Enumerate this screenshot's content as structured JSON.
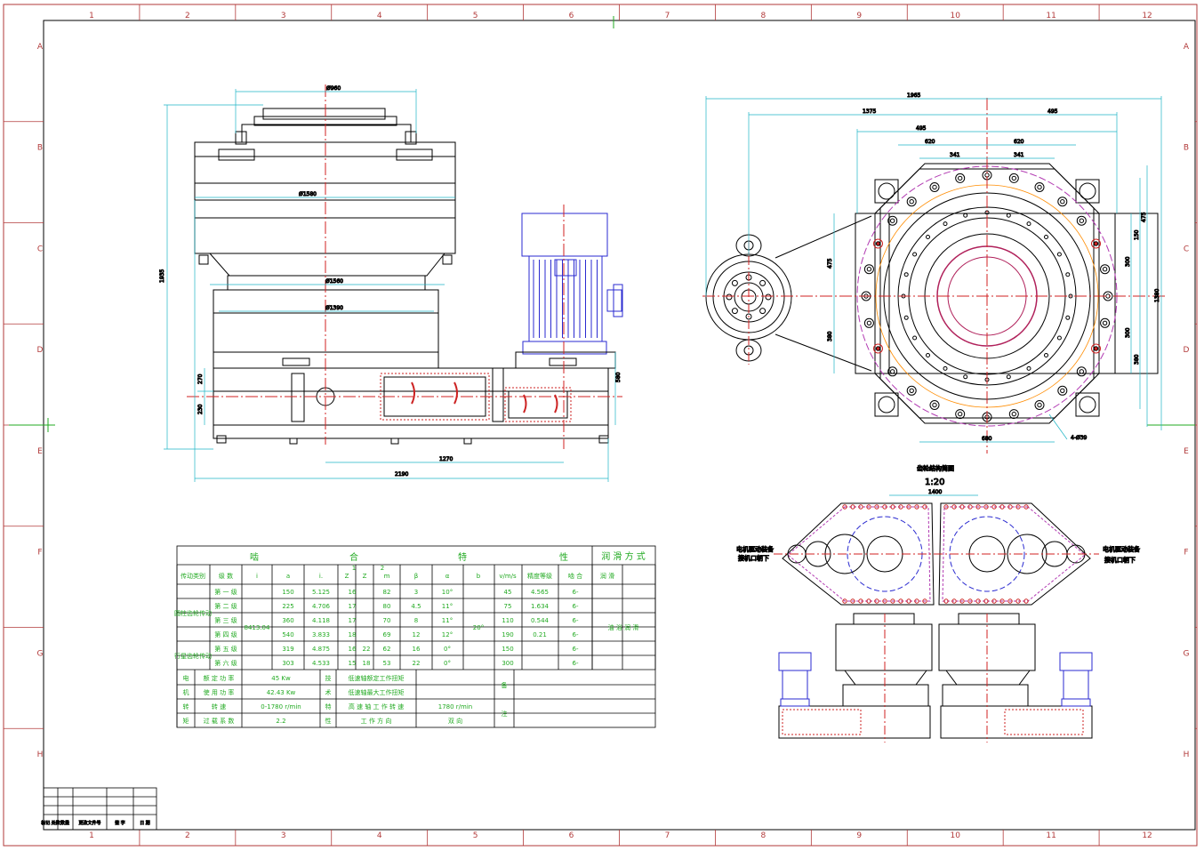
{
  "colors": {
    "frame": "#b23a3a",
    "outline": "#000000",
    "dimension": "#1fb5c6",
    "centerline": "#d22020",
    "table_text": "#22aa22",
    "motor": "#2a2ad0",
    "bolt_circle": "#b23bb2",
    "gear_red": "#cc2222"
  },
  "frame": {
    "columns": [
      "1",
      "2",
      "3",
      "4",
      "5",
      "6",
      "7",
      "8",
      "9",
      "10",
      "11",
      "12"
    ],
    "rows": [
      "A",
      "B",
      "C",
      "D",
      "E",
      "F",
      "G",
      "H"
    ]
  },
  "front_view": {
    "dims": {
      "top": "Ø960",
      "flange": "Ø1580",
      "upper_housing": "Ø1560",
      "lower_housing": "Ø1390",
      "height": "1935",
      "left_a": "270",
      "left_b": "230",
      "right": "580",
      "bottom_mid": "1270",
      "bottom_total": "2190"
    }
  },
  "plan_view": {
    "dims": {
      "overall": "1965",
      "half_left": "1375",
      "half_right": "495",
      "r_a": "495",
      "w_a": "620",
      "w_b": "620",
      "w_c": "341",
      "w_d": "341",
      "bottom_w": "680",
      "pin": "4-Ø39",
      "r1": "475",
      "r2": "380",
      "r3": "150",
      "r4": "300",
      "r5": "380",
      "r6": "300",
      "r7": "475",
      "total_h": "1380"
    }
  },
  "gear_layout": {
    "title": "齿轮结构简图",
    "scale": "1:20",
    "dim": "1400",
    "note_left": [
      "电机驱动装备",
      "接机口朝下"
    ],
    "note_right": [
      "电机驱动装备",
      "接机口朝下"
    ]
  },
  "spec_table": {
    "title_left": "啮",
    "title_mid1": "合",
    "title_mid2": "特",
    "title_right": "性",
    "title_lube": "润 滑 方 式",
    "head": [
      "传动类别",
      "级 数",
      "i",
      "a",
      "i.",
      "Z",
      "Z",
      "m",
      "β",
      "α",
      "b",
      "v/m/s",
      "精度等级",
      "啮 合",
      "润 滑"
    ],
    "head_z1_sub": "1",
    "head_z2_sub": "2",
    "group_planet": "圆柱齿轮传动",
    "group_worm": "行星齿轮传动",
    "total_ratio": "8413.04",
    "alpha": "20°",
    "lube": "油 浴 润 滑",
    "rows": [
      {
        "stage": "第 一 级",
        "a": "150",
        "i": "5.125",
        "z1": "16",
        "z2": "82",
        "m": "3",
        "beta": "10°",
        "b": "45",
        "v": "4.565",
        "grade": "6-"
      },
      {
        "stage": "第 二 级",
        "a": "225",
        "i": "4.706",
        "z1": "17",
        "z2": "80",
        "m": "4.5",
        "beta": "11°",
        "b": "75",
        "v": "1.634",
        "grade": "6-"
      },
      {
        "stage": "第 三 级",
        "a": "360",
        "i": "4.118",
        "z1": "17",
        "z2": "70",
        "m": "8",
        "beta": "11°",
        "b": "110",
        "v": "0.544",
        "grade": "6-"
      },
      {
        "stage": "第 四 级",
        "a": "540",
        "i": "3.833",
        "z1": "18",
        "z2": "69",
        "m": "12",
        "beta": "12°",
        "b": "190",
        "v": "0.21",
        "grade": "6-"
      },
      {
        "stage": "第 五 级",
        "a": "319",
        "i": "4.875",
        "z1": "16",
        "zc": "22",
        "z2": "62",
        "m": "16",
        "beta": "0°",
        "b": "150",
        "v": "",
        "grade": "6-"
      },
      {
        "stage": "第 六 级",
        "a": "303",
        "i": "4.533",
        "z1": "15",
        "zc": "18",
        "z2": "53",
        "m": "22",
        "beta": "0°",
        "b": "300",
        "v": "",
        "grade": "6-"
      }
    ],
    "motor": {
      "side_chars": [
        "电",
        "机",
        "转",
        "矩"
      ],
      "rows": [
        {
          "label": "额 定 功 率",
          "value": "45 Kw"
        },
        {
          "label": "使 用 功 率",
          "value": "42.43 Kw"
        },
        {
          "label": "转    速",
          "value": "0-1780 r/min"
        },
        {
          "label": "过 载 系 数",
          "value": "2.2"
        }
      ]
    },
    "tech": {
      "side_chars": [
        "技",
        "术",
        "特",
        "性"
      ],
      "rows": [
        {
          "label": "低速轴额定工作扭矩",
          "value": ""
        },
        {
          "label": "低速轴最大工作扭矩",
          "value": ""
        },
        {
          "label": "高 速 轴 工 作 转 速",
          "value": "1780 r/min"
        },
        {
          "label": "工  作  方  向",
          "value": "双  向"
        }
      ]
    },
    "remark_chars": [
      "备",
      "注"
    ]
  },
  "title_block": {
    "cells": [
      "标记 处数",
      "数量",
      "更改文件号",
      "签 字",
      "日 期"
    ]
  }
}
